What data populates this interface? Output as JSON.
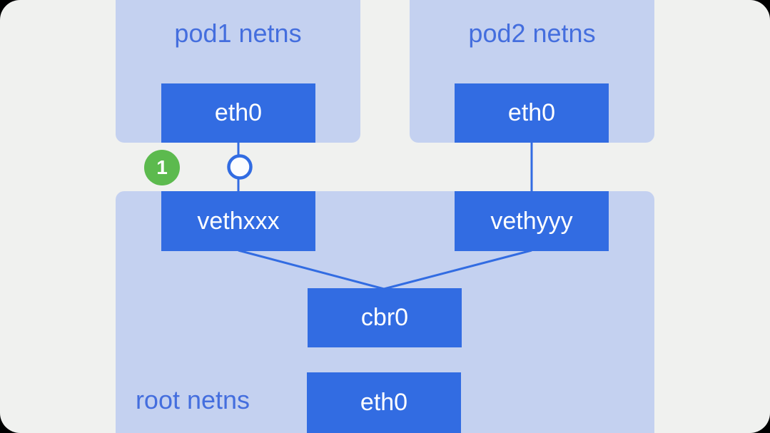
{
  "colors": {
    "bg_outer": "#000000",
    "bg": "#f0f1ef",
    "container": "#c4d1f0",
    "node": "#326ce2",
    "node_text": "#ffffff",
    "label_text": "#446ede",
    "line": "#326ce2",
    "badge": "#5cba4e",
    "badge_text": "#ffffff",
    "dot_fill": "#fbfcfe"
  },
  "diagram": {
    "pod1": {
      "label": "pod1 netns",
      "interface": "eth0"
    },
    "pod2": {
      "label": "pod2 netns",
      "interface": "eth0"
    },
    "root": {
      "label": "root netns",
      "veth1": "vethxxx",
      "veth2": "vethyyy",
      "bridge": "cbr0",
      "interface": "eth0"
    },
    "badge": {
      "value": "1"
    }
  }
}
